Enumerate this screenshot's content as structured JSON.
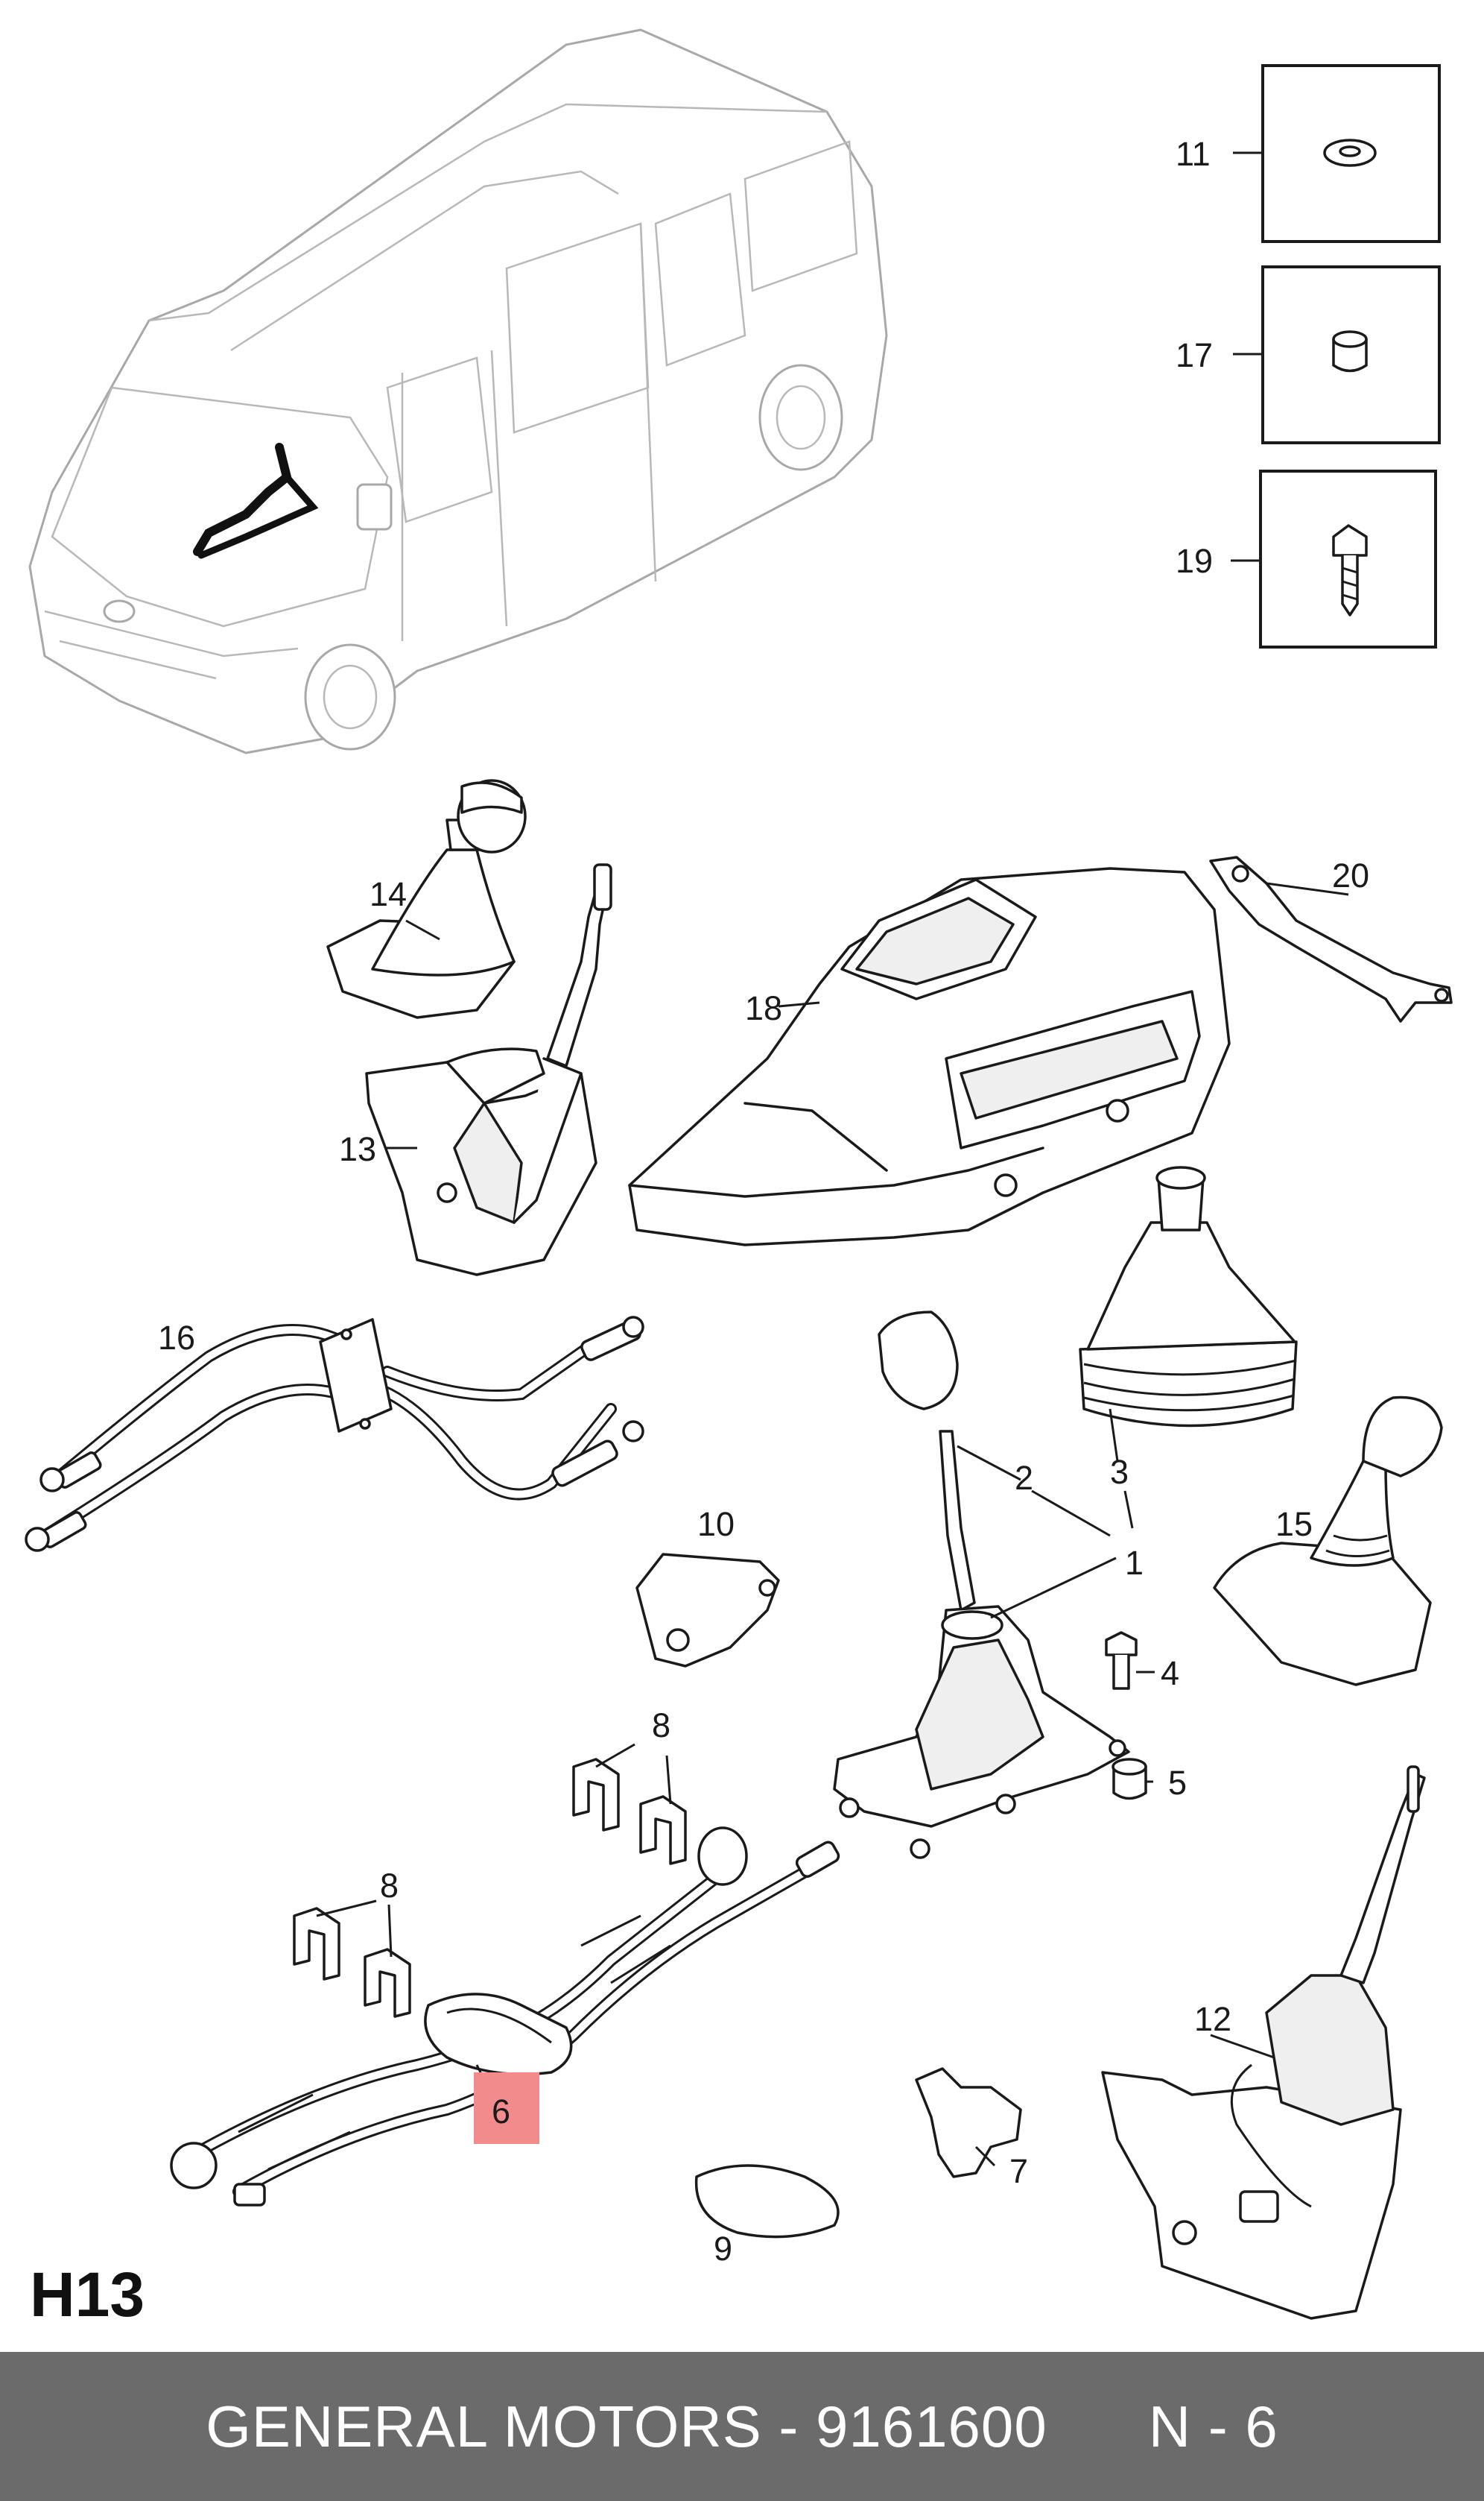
{
  "labels": {
    "p1": "1",
    "p2": "2",
    "p3": "3",
    "p4": "4",
    "p5": "5",
    "p6": "6",
    "p7": "7",
    "p8a": "8",
    "p8b": "8",
    "p9": "9",
    "p10": "10",
    "p11": "11",
    "p12": "12",
    "p13": "13",
    "p14": "14",
    "p15": "15",
    "p16": "16",
    "p17": "17",
    "p18": "18",
    "p19": "19",
    "p20": "20"
  },
  "highlight_color": "#f28b8b",
  "section_code": "H13",
  "footer": {
    "text": "GENERAL MOTORS - 9161600      N - 6",
    "background": "#6b6b6b"
  }
}
